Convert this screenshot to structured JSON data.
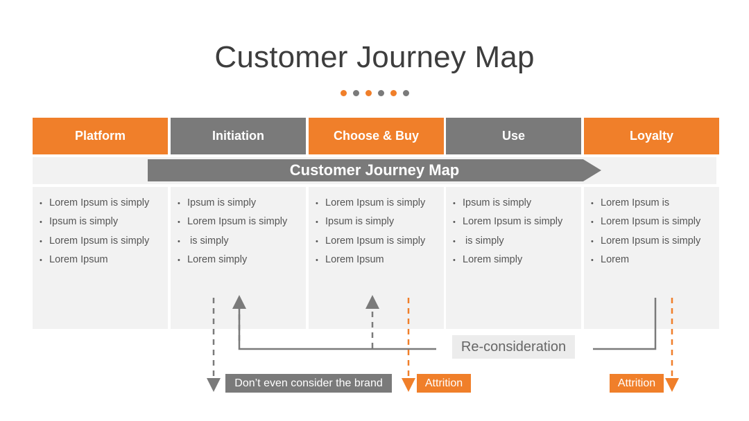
{
  "title": "Customer Journey Map",
  "colors": {
    "orange": "#f07f2a",
    "gray": "#7a7a7a",
    "light": "#f2f2f2"
  },
  "dots": [
    "orange",
    "gray",
    "orange",
    "gray",
    "orange",
    "gray"
  ],
  "stages": [
    {
      "label": "Platform",
      "color": "orange",
      "items": [
        "Lorem Ipsum is simply",
        "Ipsum is simply",
        "Lorem Ipsum is simply",
        "Lorem Ipsum"
      ]
    },
    {
      "label": "Initiation",
      "color": "gray",
      "items": [
        "Ipsum is simply",
        "Lorem Ipsum is simply",
        " is simply",
        "Lorem simply"
      ]
    },
    {
      "label": "Choose & Buy",
      "color": "orange",
      "items": [
        "Lorem Ipsum is simply",
        "Ipsum is simply",
        "Lorem Ipsum is simply",
        "Lorem Ipsum"
      ]
    },
    {
      "label": "Use",
      "color": "gray",
      "items": [
        "Ipsum is simply",
        "Lorem Ipsum is simply",
        " is simply",
        "Lorem simply"
      ]
    },
    {
      "label": "Loyalty",
      "color": "orange",
      "items": [
        "Lorem Ipsum is",
        "Lorem Ipsum is simply",
        "Lorem Ipsum is simply",
        "Lorem"
      ]
    }
  ],
  "banner": "Customer Journey Map",
  "labels": {
    "reconsideration": "Re-consideration",
    "no_consider": "Don’t even consider the brand",
    "attrition_1": "Attrition",
    "attrition_2": "Attrition"
  }
}
